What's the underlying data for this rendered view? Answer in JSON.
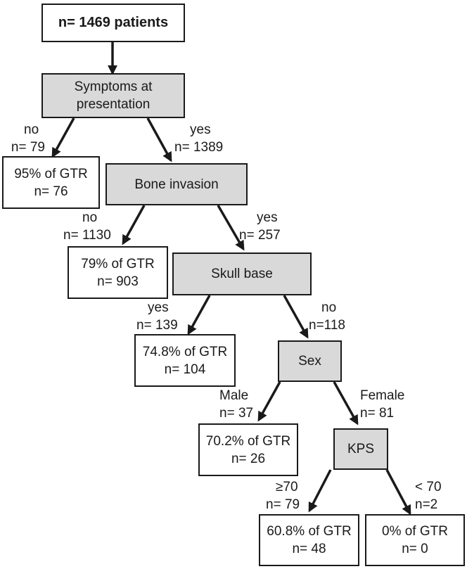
{
  "root": {
    "label": "n= 1469 patients"
  },
  "symptoms": {
    "line1": "Symptoms at",
    "line2": "presentation"
  },
  "symptoms_no": {
    "answer": "no",
    "n": "n= 79"
  },
  "symptoms_yes": {
    "answer": "yes",
    "n": "n= 1389"
  },
  "leaf_symptoms_no": {
    "pct": "95% of GTR",
    "n": "n= 76"
  },
  "bone": {
    "label": "Bone invasion"
  },
  "bone_no": {
    "answer": "no",
    "n": "n= 1130"
  },
  "bone_yes": {
    "answer": "yes",
    "n": "n= 257"
  },
  "leaf_bone_no": {
    "pct": "79% of GTR",
    "n": "n= 903"
  },
  "skull": {
    "label": "Skull base"
  },
  "skull_yes": {
    "answer": "yes",
    "n": "n= 139"
  },
  "skull_no": {
    "answer": "no",
    "n": "n=118"
  },
  "leaf_skull_yes": {
    "pct": "74.8% of GTR",
    "n": "n= 104"
  },
  "sex": {
    "label": "Sex"
  },
  "sex_male": {
    "answer": "Male",
    "n": "n= 37"
  },
  "sex_female": {
    "answer": "Female",
    "n": "n= 81"
  },
  "leaf_male": {
    "pct": "70.2% of GTR",
    "n": "n= 26"
  },
  "kps": {
    "label": "KPS"
  },
  "kps_ge70": {
    "answer": "≥70",
    "n": "n= 79"
  },
  "kps_lt70": {
    "answer": "< 70",
    "n": "n=2"
  },
  "leaf_kps_ge70": {
    "pct": "60.8% of GTR",
    "n": "n= 48"
  },
  "leaf_kps_lt70": {
    "pct": "0% of GTR",
    "n": "n= 0"
  },
  "colors": {
    "decision_fill": "#d9d9d9",
    "leaf_fill": "#ffffff",
    "stroke": "#1a1a1a"
  }
}
